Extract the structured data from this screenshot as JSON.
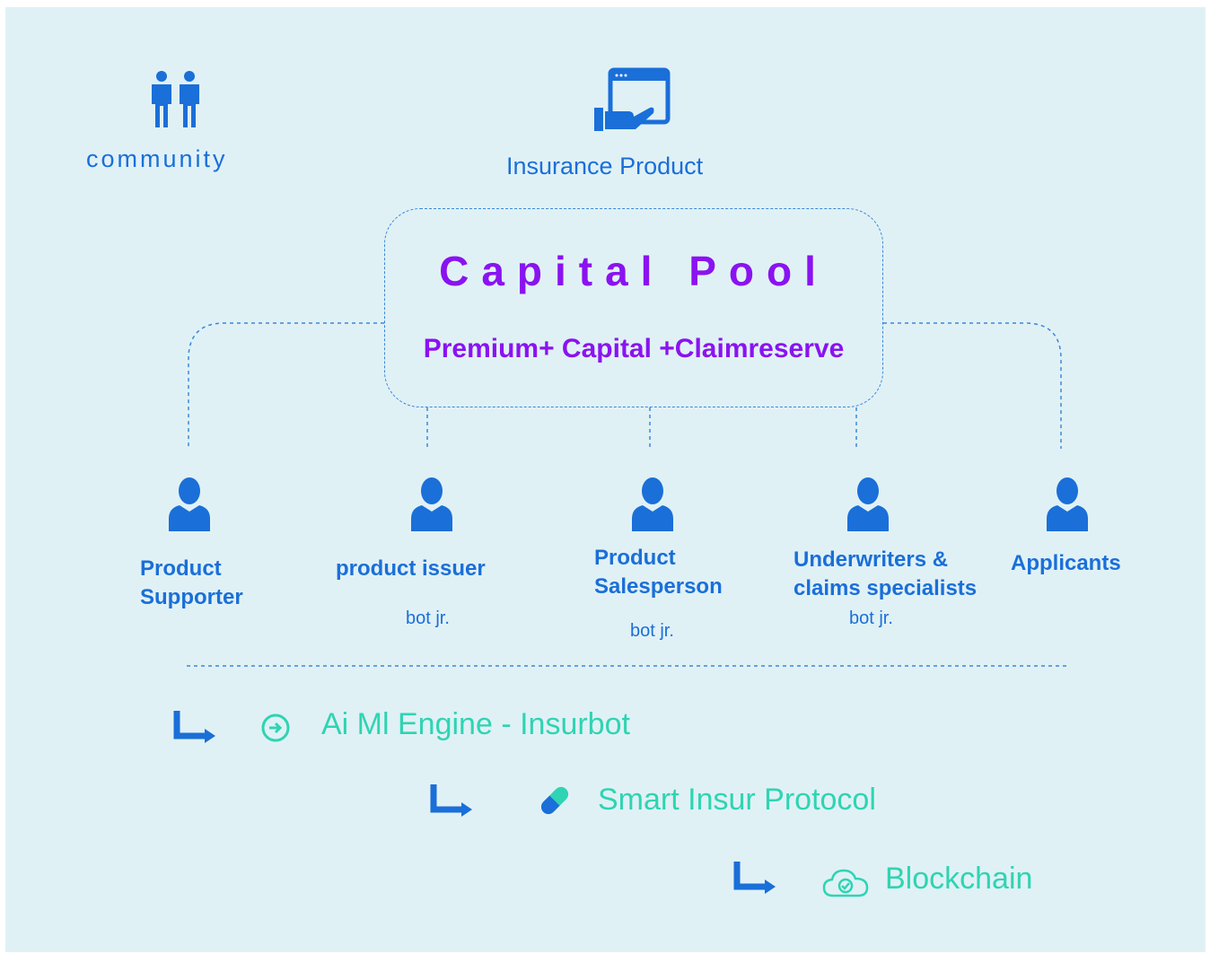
{
  "header": {
    "community_label": "community",
    "product_label": "Insurance Product"
  },
  "pool": {
    "title": "Capital Pool",
    "subtitle": "Premium+ Capital +Claimreserve"
  },
  "roles": [
    {
      "line1": "Product",
      "line2": "Supporter",
      "bot": ""
    },
    {
      "line1": "product issuer",
      "line2": "",
      "bot": "bot jr."
    },
    {
      "line1": "Product",
      "line2": "Salesperson",
      "bot": "bot jr."
    },
    {
      "line1": "Underwriters &",
      "line2": "claims specialists",
      "bot": "bot jr."
    },
    {
      "line1": "Applicants",
      "line2": "",
      "bot": ""
    }
  ],
  "stack": [
    {
      "label": "Ai Ml Engine - Insurbot",
      "icon": "arrow-circle-icon"
    },
    {
      "label": "Smart Insur Protocol",
      "icon": "pill-icon"
    },
    {
      "label": "Blockchain",
      "icon": "cloud-check-icon"
    }
  ],
  "colors": {
    "background": "#e0f1f6",
    "blue": "#1a6fd8",
    "purple": "#8a13f0",
    "teal": "#2fd4b2"
  }
}
